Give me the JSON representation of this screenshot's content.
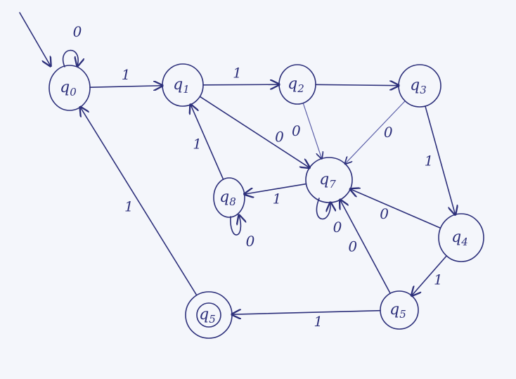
{
  "diagram": {
    "type": "finite-automaton",
    "ink_color": "#2c2f7a",
    "paper_color": "#f4f6fb",
    "start_state": "q0",
    "accepting_states": [
      "q5_final"
    ],
    "states": [
      {
        "id": "q0",
        "base": "q",
        "sub": "0"
      },
      {
        "id": "q1",
        "base": "q",
        "sub": "1"
      },
      {
        "id": "q2",
        "base": "q",
        "sub": "2"
      },
      {
        "id": "q3",
        "base": "q",
        "sub": "3"
      },
      {
        "id": "q4",
        "base": "q",
        "sub": "4"
      },
      {
        "id": "q5",
        "base": "q",
        "sub": "5"
      },
      {
        "id": "q5_final",
        "base": "q",
        "sub": "5"
      },
      {
        "id": "q7",
        "base": "q",
        "sub": "7"
      },
      {
        "id": "q8",
        "base": "q",
        "sub": "8"
      }
    ],
    "transitions": [
      {
        "from": "q0",
        "to": "q0",
        "label": "0"
      },
      {
        "from": "q0",
        "to": "q1",
        "label": "1"
      },
      {
        "from": "q1",
        "to": "q2",
        "label": "1"
      },
      {
        "from": "q2",
        "to": "q3",
        "label": ""
      },
      {
        "from": "q1",
        "to": "q7",
        "label": "0"
      },
      {
        "from": "q2",
        "to": "q7",
        "label": "0"
      },
      {
        "from": "q3",
        "to": "q7",
        "label": "0"
      },
      {
        "from": "q3",
        "to": "q4",
        "label": "1"
      },
      {
        "from": "q4",
        "to": "q7",
        "label": "0"
      },
      {
        "from": "q4",
        "to": "q5",
        "label": "1"
      },
      {
        "from": "q5",
        "to": "q7",
        "label": "0"
      },
      {
        "from": "q5",
        "to": "q5_final",
        "label": "1"
      },
      {
        "from": "q7",
        "to": "q7",
        "label": "0"
      },
      {
        "from": "q7",
        "to": "q8",
        "label": "1"
      },
      {
        "from": "q8",
        "to": "q1",
        "label": "1"
      },
      {
        "from": "q8",
        "to": "q8",
        "label": "0"
      },
      {
        "from": "q5_final",
        "to": "q0",
        "label": "1"
      }
    ]
  }
}
